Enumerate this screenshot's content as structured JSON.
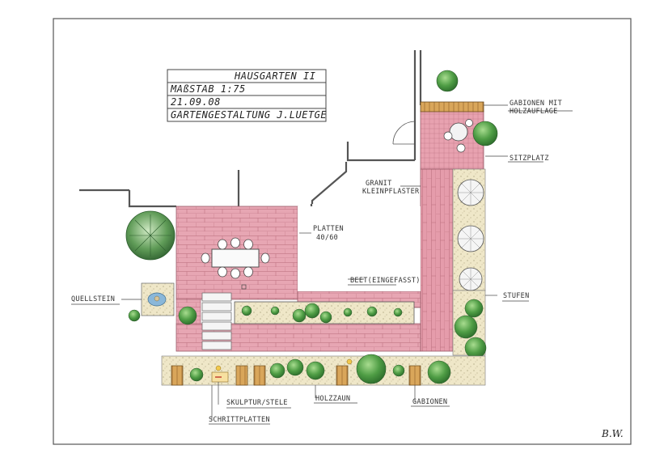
{
  "title_block": {
    "title": "HAUSGARTEN II",
    "scale": "MAßSTAB 1:75",
    "date": "21.09.08",
    "designer": "GARTENGESTALTUNG J.LUETGE"
  },
  "labels": {
    "gabionen_holz_1": "GABIONEN MIT",
    "gabionen_holz_2": "HOLZAUFLAGE",
    "sitzplatz": "SITZPLATZ",
    "granit_1": "GRANIT",
    "granit_2": "KLEINPFLASTER",
    "platten_1": "PLATTEN",
    "platten_2": "40/60",
    "beet": "BEET(EINGEFASST)",
    "quellstein": "QUELLSTEIN",
    "stufen": "STUFEN",
    "skulptur": "SKULPTUR/STELE",
    "holzzaun": "HOLZZAUN",
    "gabionen": "GABIONEN",
    "schrittplatten": "SCHRITTPLATTEN"
  },
  "signature": "B.W.",
  "colors": {
    "paving": "#e7a6b3",
    "paving_line": "#b86a7a",
    "gravel": "#efe7c8",
    "wood": "#d9a65a",
    "plant_dark": "#3f8a3a",
    "plant_light": "#8fcf7a",
    "water": "#8ab7d9"
  }
}
